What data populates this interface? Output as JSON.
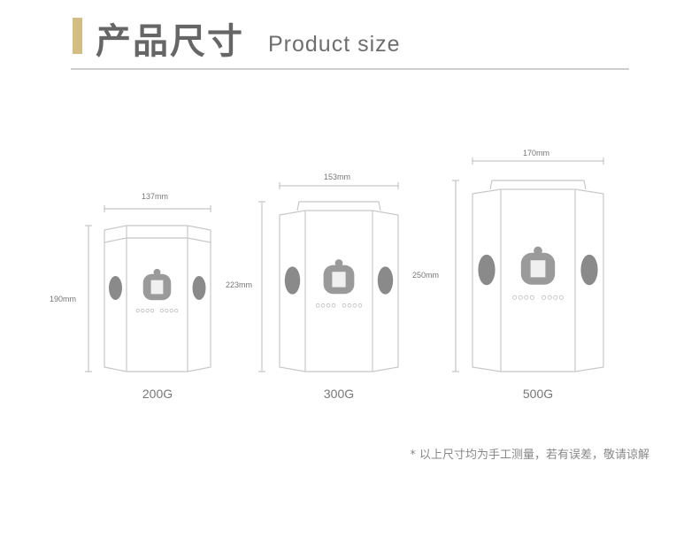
{
  "header": {
    "title_cn": "产品尺寸",
    "title_en": "Product size"
  },
  "products": [
    {
      "weight": "200G",
      "width": "137mm",
      "height": "190mm"
    },
    {
      "weight": "300G",
      "width": "153mm",
      "height": "223mm"
    },
    {
      "weight": "500G",
      "width": "170mm",
      "height": "250mm"
    }
  ],
  "footnote": "* 以上尺寸均为手工测量，若有误差，敬请谅解",
  "colors": {
    "accent": "#d4bd82",
    "text": "#666666",
    "line": "#cccccc"
  }
}
